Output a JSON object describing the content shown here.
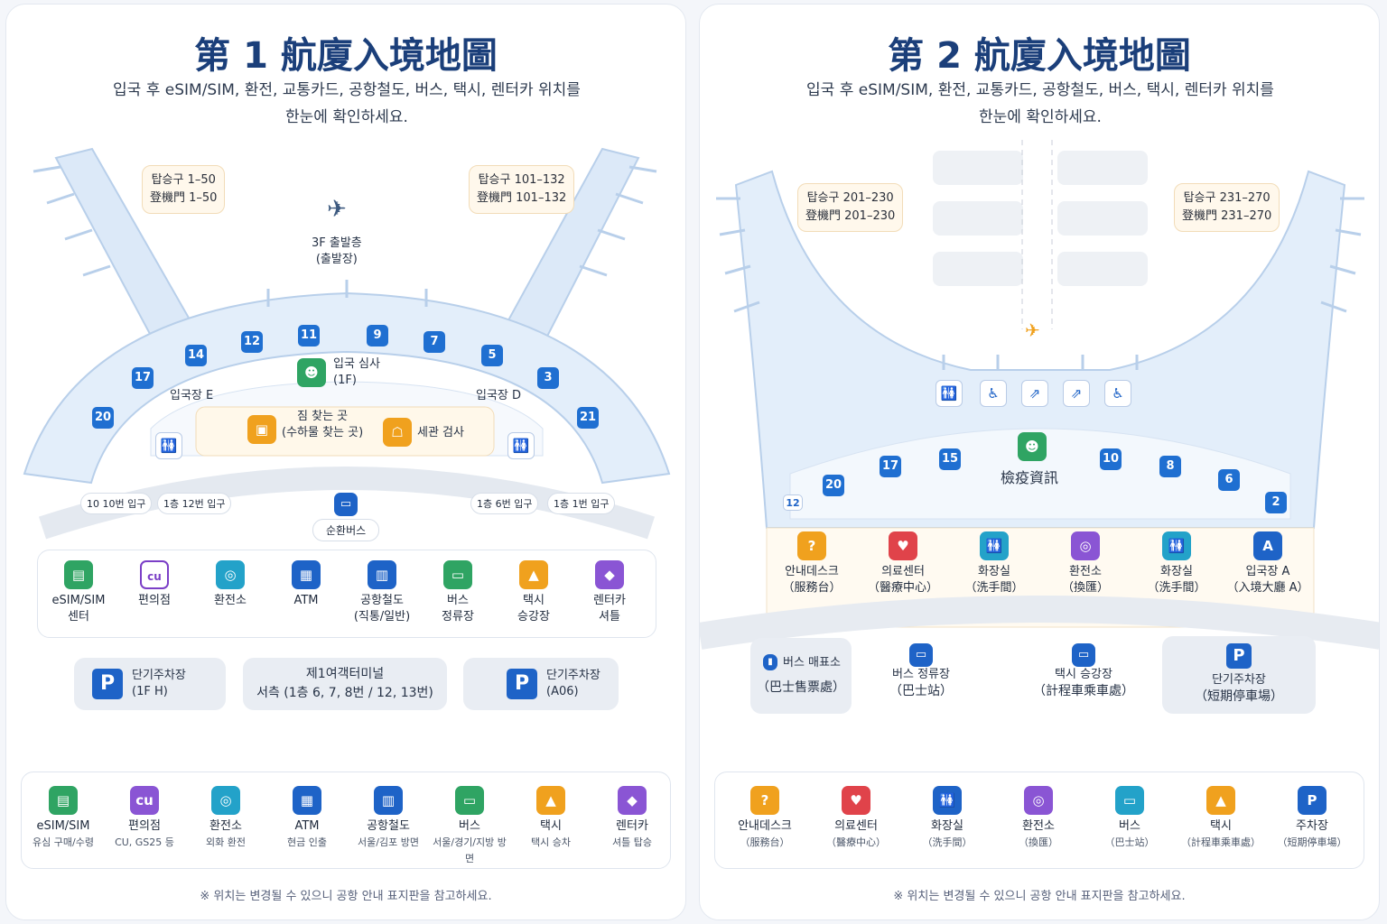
{
  "t1": {
    "title": "第 1 航廈入境地圖",
    "subtitle_line1": "입국 후 eSIM/SIM, 환전, 교통카드, 공항철도, 버스, 택시, 렌터카 위치를",
    "subtitle_line2": "한눈에 확인하세요.",
    "gate_left": {
      "ko": "탑승구 1–50",
      "zh": "登機門 1–50"
    },
    "gate_right": {
      "ko": "탑승구 101–132",
      "zh": "登機門 101–132"
    },
    "departure": {
      "line1": "3F 출발층",
      "line2": "(출발장)"
    },
    "gate_numbers": [
      "14",
      "12",
      "11",
      "9",
      "7",
      "5",
      "17",
      "3",
      "20",
      "21"
    ],
    "immigration": {
      "line1": "입국 심사",
      "line2": "(1F)"
    },
    "entry_e": "입국장 E",
    "entry_d": "입국장 D",
    "baggage": {
      "line1": "짐 찾는 곳",
      "line2": "(수하물 찾는 곳)"
    },
    "customs": "세관 검사",
    "entrances": [
      "10 10번 입구",
      "1층 12번 입구",
      "1층 6번 입구",
      "1층 1번 입구"
    ],
    "shuttle": "순환버스",
    "services": [
      {
        "icon": "esim-icon",
        "label1": "eSIM/SIM",
        "label2": "센터",
        "color": "green"
      },
      {
        "icon": "cu-icon",
        "label1": "편의점",
        "label2": "",
        "color": "cu"
      },
      {
        "icon": "exchange-icon",
        "label1": "환전소",
        "label2": "",
        "color": "teal"
      },
      {
        "icon": "atm-icon",
        "label1": "ATM",
        "label2": "",
        "color": "blue"
      },
      {
        "icon": "train-icon",
        "label1": "공항철도",
        "label2": "(직통/일반)",
        "color": "blue"
      },
      {
        "icon": "bus-icon",
        "label1": "버스",
        "label2": "정류장",
        "color": "green"
      },
      {
        "icon": "taxi-icon",
        "label1": "택시",
        "label2": "승강장",
        "color": "orange"
      },
      {
        "icon": "rentacar-icon",
        "label1": "렌터카",
        "label2": "셔틀",
        "color": "purple"
      }
    ],
    "parking_left": {
      "label": "단기주차장",
      "sub": "(1F H)"
    },
    "terminal_center": {
      "line1": "제1여객터미널",
      "line2": "서측 (1층 6, 7, 8번 / 12, 13번)"
    },
    "parking_right": {
      "label": "단기주차장",
      "sub": "(A06)"
    },
    "legend": [
      {
        "icon": "esim-icon",
        "label": "eSIM/SIM",
        "sub": "유심 구매/수령",
        "color": "green"
      },
      {
        "icon": "cu-icon",
        "label": "편의점",
        "sub": "CU, GS25 등",
        "color": "purple"
      },
      {
        "icon": "exchange-icon",
        "label": "환전소",
        "sub": "외화 환전",
        "color": "teal"
      },
      {
        "icon": "atm-icon",
        "label": "ATM",
        "sub": "현금 인출",
        "color": "blue"
      },
      {
        "icon": "train-icon",
        "label": "공항철도",
        "sub": "서울/김포 방면",
        "color": "blue"
      },
      {
        "icon": "bus-icon",
        "label": "버스",
        "sub": "서울/경기/지방 방면",
        "color": "green"
      },
      {
        "icon": "taxi-icon",
        "label": "택시",
        "sub": "택시 승차",
        "color": "orange"
      },
      {
        "icon": "rentacar-icon",
        "label": "렌터카",
        "sub": "셔틀 탑승",
        "color": "purple"
      }
    ],
    "note": "※ 위치는 변경될 수 있으니 공항 안내 표지판을 참고하세요."
  },
  "t2": {
    "title": "第 2 航廈入境地圖",
    "subtitle_line1": "입국 후 eSIM/SIM, 환전, 교통카드, 공항철도, 버스, 택시, 렌터카 위치를",
    "subtitle_line2": "한눈에 확인하세요.",
    "gate_left": {
      "ko": "탑승구 201–230",
      "zh": "登機門 201–230"
    },
    "gate_right": {
      "ko": "탑승구 231–270",
      "zh": "登機門 231–270"
    },
    "gate_numbers": [
      "20",
      "17",
      "15",
      "10",
      "8",
      "6",
      "2",
      "12"
    ],
    "quarantine": "檢疫資訊",
    "services": [
      {
        "icon": "question-icon",
        "label1": "안내데스크",
        "label2": "（服務台）",
        "color": "orange"
      },
      {
        "icon": "medical-icon",
        "label1": "의료센터",
        "label2": "（醫療中心）",
        "color": "red"
      },
      {
        "icon": "restroom-icon",
        "label1": "화장실",
        "label2": "（洗手間）",
        "color": "teal"
      },
      {
        "icon": "exchange-icon",
        "label1": "환전소",
        "label2": "（換匯）",
        "color": "purple"
      },
      {
        "icon": "restroom-icon",
        "label1": "화장실",
        "label2": "（洗手間）",
        "color": "teal"
      },
      {
        "icon": "a-icon",
        "label1": "입국장 A",
        "label2": "（入境大廳 A）",
        "color": "blue"
      }
    ],
    "bus_ticket": {
      "label": "버스 매표소",
      "sub": "（巴士售票處）"
    },
    "bus_stop": {
      "label": "버스 정류장",
      "sub": "（巴士站）"
    },
    "taxi_stand": {
      "label": "택시 승강장",
      "sub": "（計程車乘車處）"
    },
    "parking": {
      "label": "단기주차장",
      "sub": "（短期停車場）"
    },
    "legend": [
      {
        "icon": "question-icon",
        "label": "안내데스크",
        "sub": "（服務台）",
        "color": "orange"
      },
      {
        "icon": "medical-icon",
        "label": "의료센터",
        "sub": "（醫療中心）",
        "color": "red"
      },
      {
        "icon": "restroom-icon",
        "label": "화장실",
        "sub": "（洗手間）",
        "color": "blue"
      },
      {
        "icon": "exchange-icon",
        "label": "환전소",
        "sub": "（換匯）",
        "color": "purple"
      },
      {
        "icon": "bus-icon",
        "label": "버스",
        "sub": "（巴士站）",
        "color": "teal"
      },
      {
        "icon": "taxi-icon",
        "label": "택시",
        "sub": "（計程車乘車處）",
        "color": "orange"
      },
      {
        "icon": "parking-icon",
        "label": "주차장",
        "sub": "（短期停車場）",
        "color": "blue"
      }
    ],
    "note": "※ 위치는 변경될 수 있으니 공항 안내 표지판을 참고하세요."
  },
  "icons": {
    "restroom": "🚻",
    "accessible": "♿",
    "escalator": "⇗",
    "plane": "✈",
    "parking": "P"
  },
  "colors": {
    "brand": "#1b3f7a",
    "gate_badge": "#1f6fd1",
    "terminal_fill": "#e6f0fb"
  }
}
